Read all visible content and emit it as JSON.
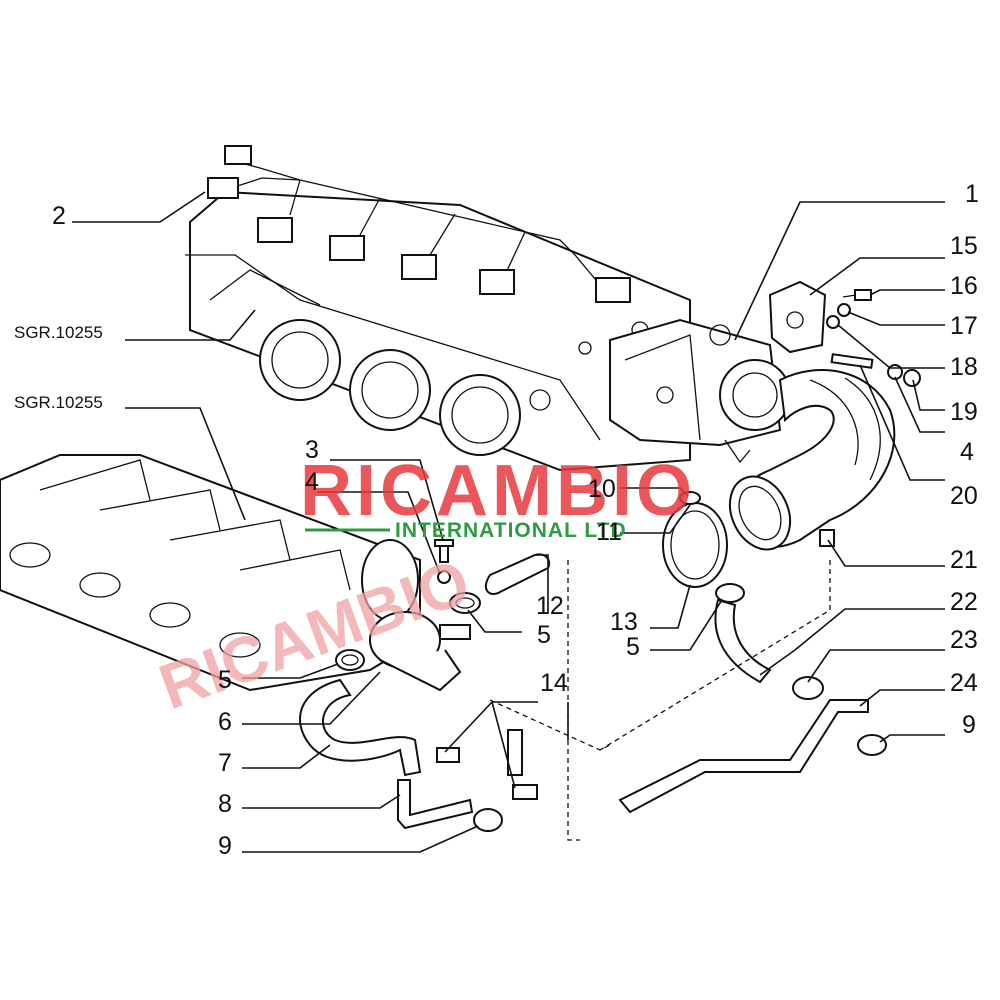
{
  "callouts": [
    "1",
    "15",
    "16",
    "17",
    "18",
    "19",
    "4",
    "20",
    "21",
    "22",
    "23",
    "24",
    "9",
    "2",
    "3",
    "4",
    "10",
    "11",
    "12",
    "5",
    "13",
    "5",
    "5",
    "6",
    "7",
    "8",
    "9",
    "14"
  ],
  "references": [
    "SGR.10255",
    "SGR.10255"
  ],
  "watermark": {
    "title": "RICAMBIO",
    "subtitle": "INTERNATIONAL LTD",
    "diagonal": "RICAMBIO",
    "title_color": "#e8383d",
    "subtitle_color": "#2e9b43"
  }
}
